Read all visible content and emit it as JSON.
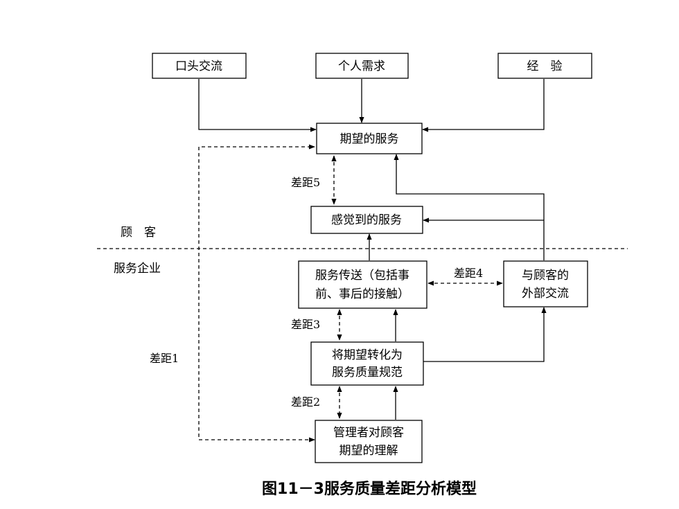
{
  "boxes": {
    "word_of_mouth": "口头交流",
    "personal_needs": "个人需求",
    "experience": "经　验",
    "expected_service": "期望的服务",
    "perceived_service": "感觉到的服务",
    "service_delivery_line1": "服务传送（包括事",
    "service_delivery_line2": "前、事后的接触）",
    "external_comm_line1": "与顾客的",
    "external_comm_line2": "外部交流",
    "spec_line1": "将期望转化为",
    "spec_line2": "服务质量规范",
    "mgmt_line1": "管理者对顾客",
    "mgmt_line2": "期望的理解"
  },
  "gaps": {
    "gap1": "差距1",
    "gap2": "差距2",
    "gap3": "差距3",
    "gap4": "差距4",
    "gap5": "差距5"
  },
  "zones": {
    "customer": "顾　客",
    "firm": "服务企业"
  },
  "caption": "图11－3服务质量差距分析模型"
}
